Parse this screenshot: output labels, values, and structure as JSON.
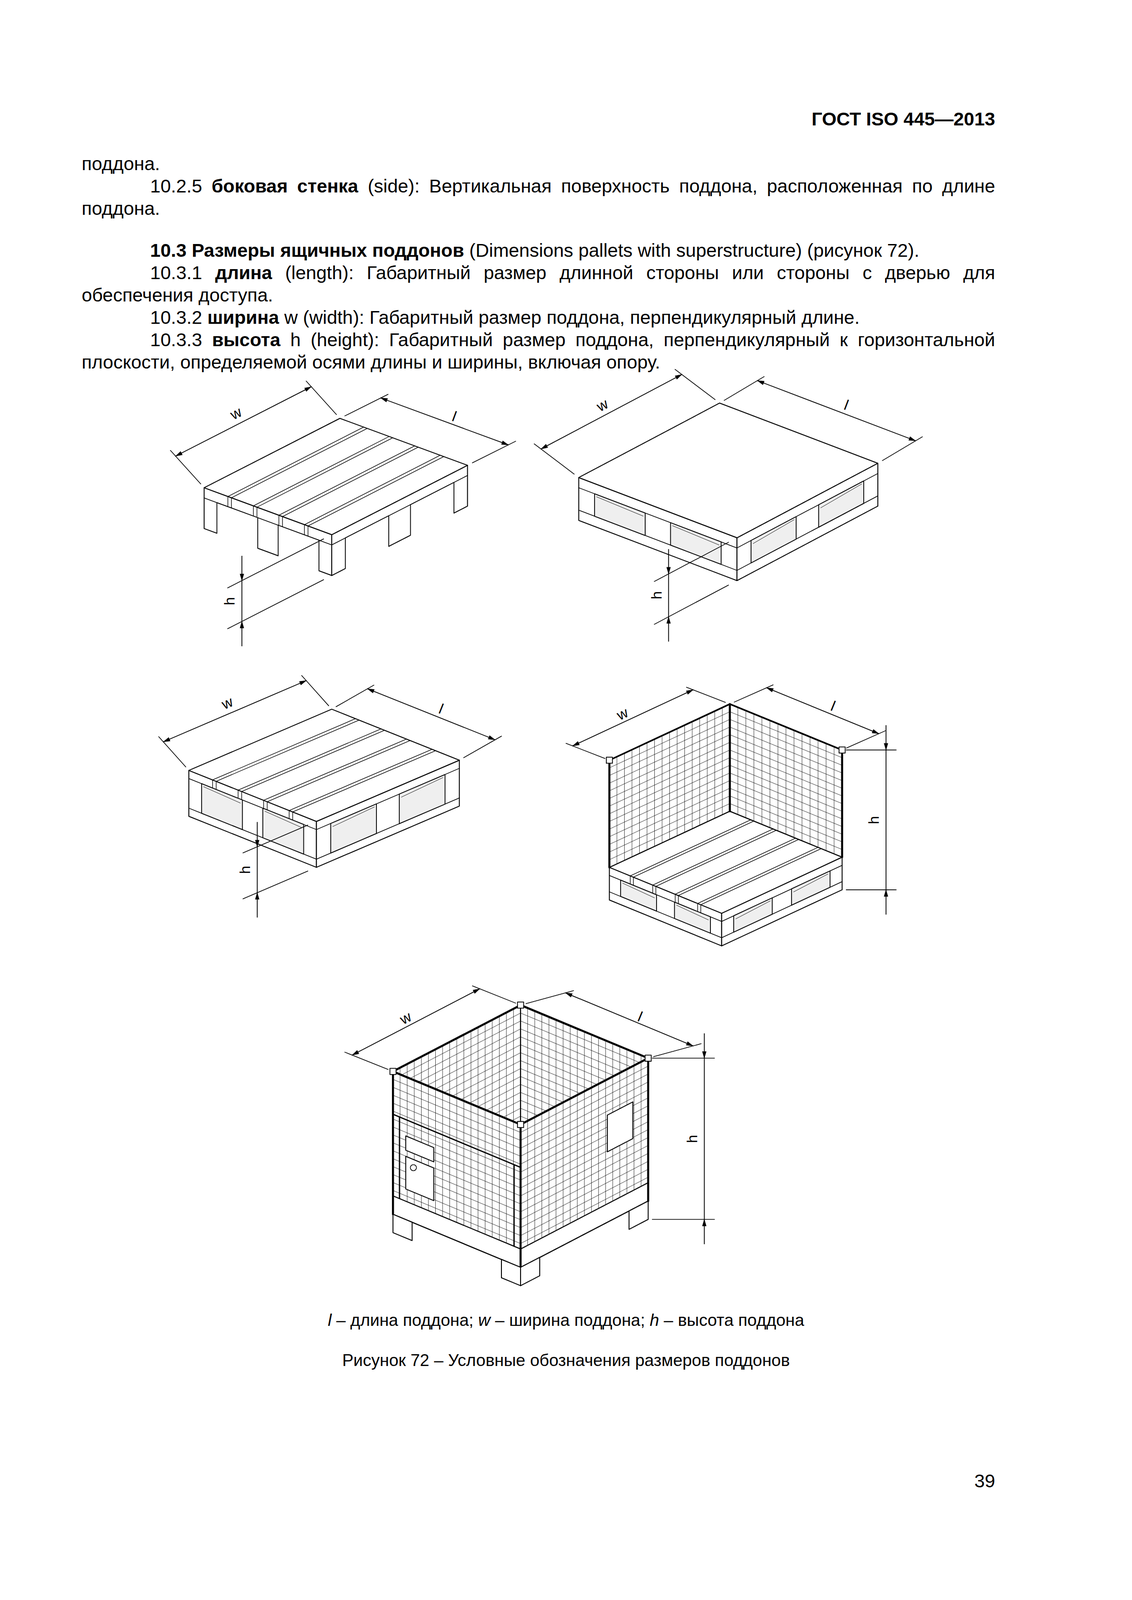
{
  "diagram": {
    "caption": "Рисунок 72 – Условные обозначения размеров поддонов",
    "labels": [
      "ГОСТ ISO 445—2013",
      "поддона.",
      "10.2.5",
      "боковая стенка",
      "(side): Вертикальная поверхность поддона, расположенная по длине поддона.",
      "10.3 Размеры ящичных поддонов",
      "(Dimensions pallets with superstructure) (рисунок 72).",
      "10.3.1",
      "длина",
      "(length): Габаритный размер длинной стороны или стороны с дверью для обеспечения доступа.",
      "10.3.2",
      "ширина",
      "w (width): Габаритный размер поддона, перпендикулярный длине.",
      "10.3.3",
      "высота",
      "h (height): Габаритный размер поддона, перпендикулярный к горизонтальной плоскости, определяемой осями длины и ширины, включая опору.",
      "w",
      "l",
      "h",
      "w",
      "l",
      "h",
      "w",
      "l",
      "h",
      "w",
      "l",
      "h",
      "w",
      "l",
      "h",
      "l",
      "– длина поддона;",
      "w",
      "– ширина поддона;",
      "h",
      "– высота поддона",
      "39"
    ]
  }
}
